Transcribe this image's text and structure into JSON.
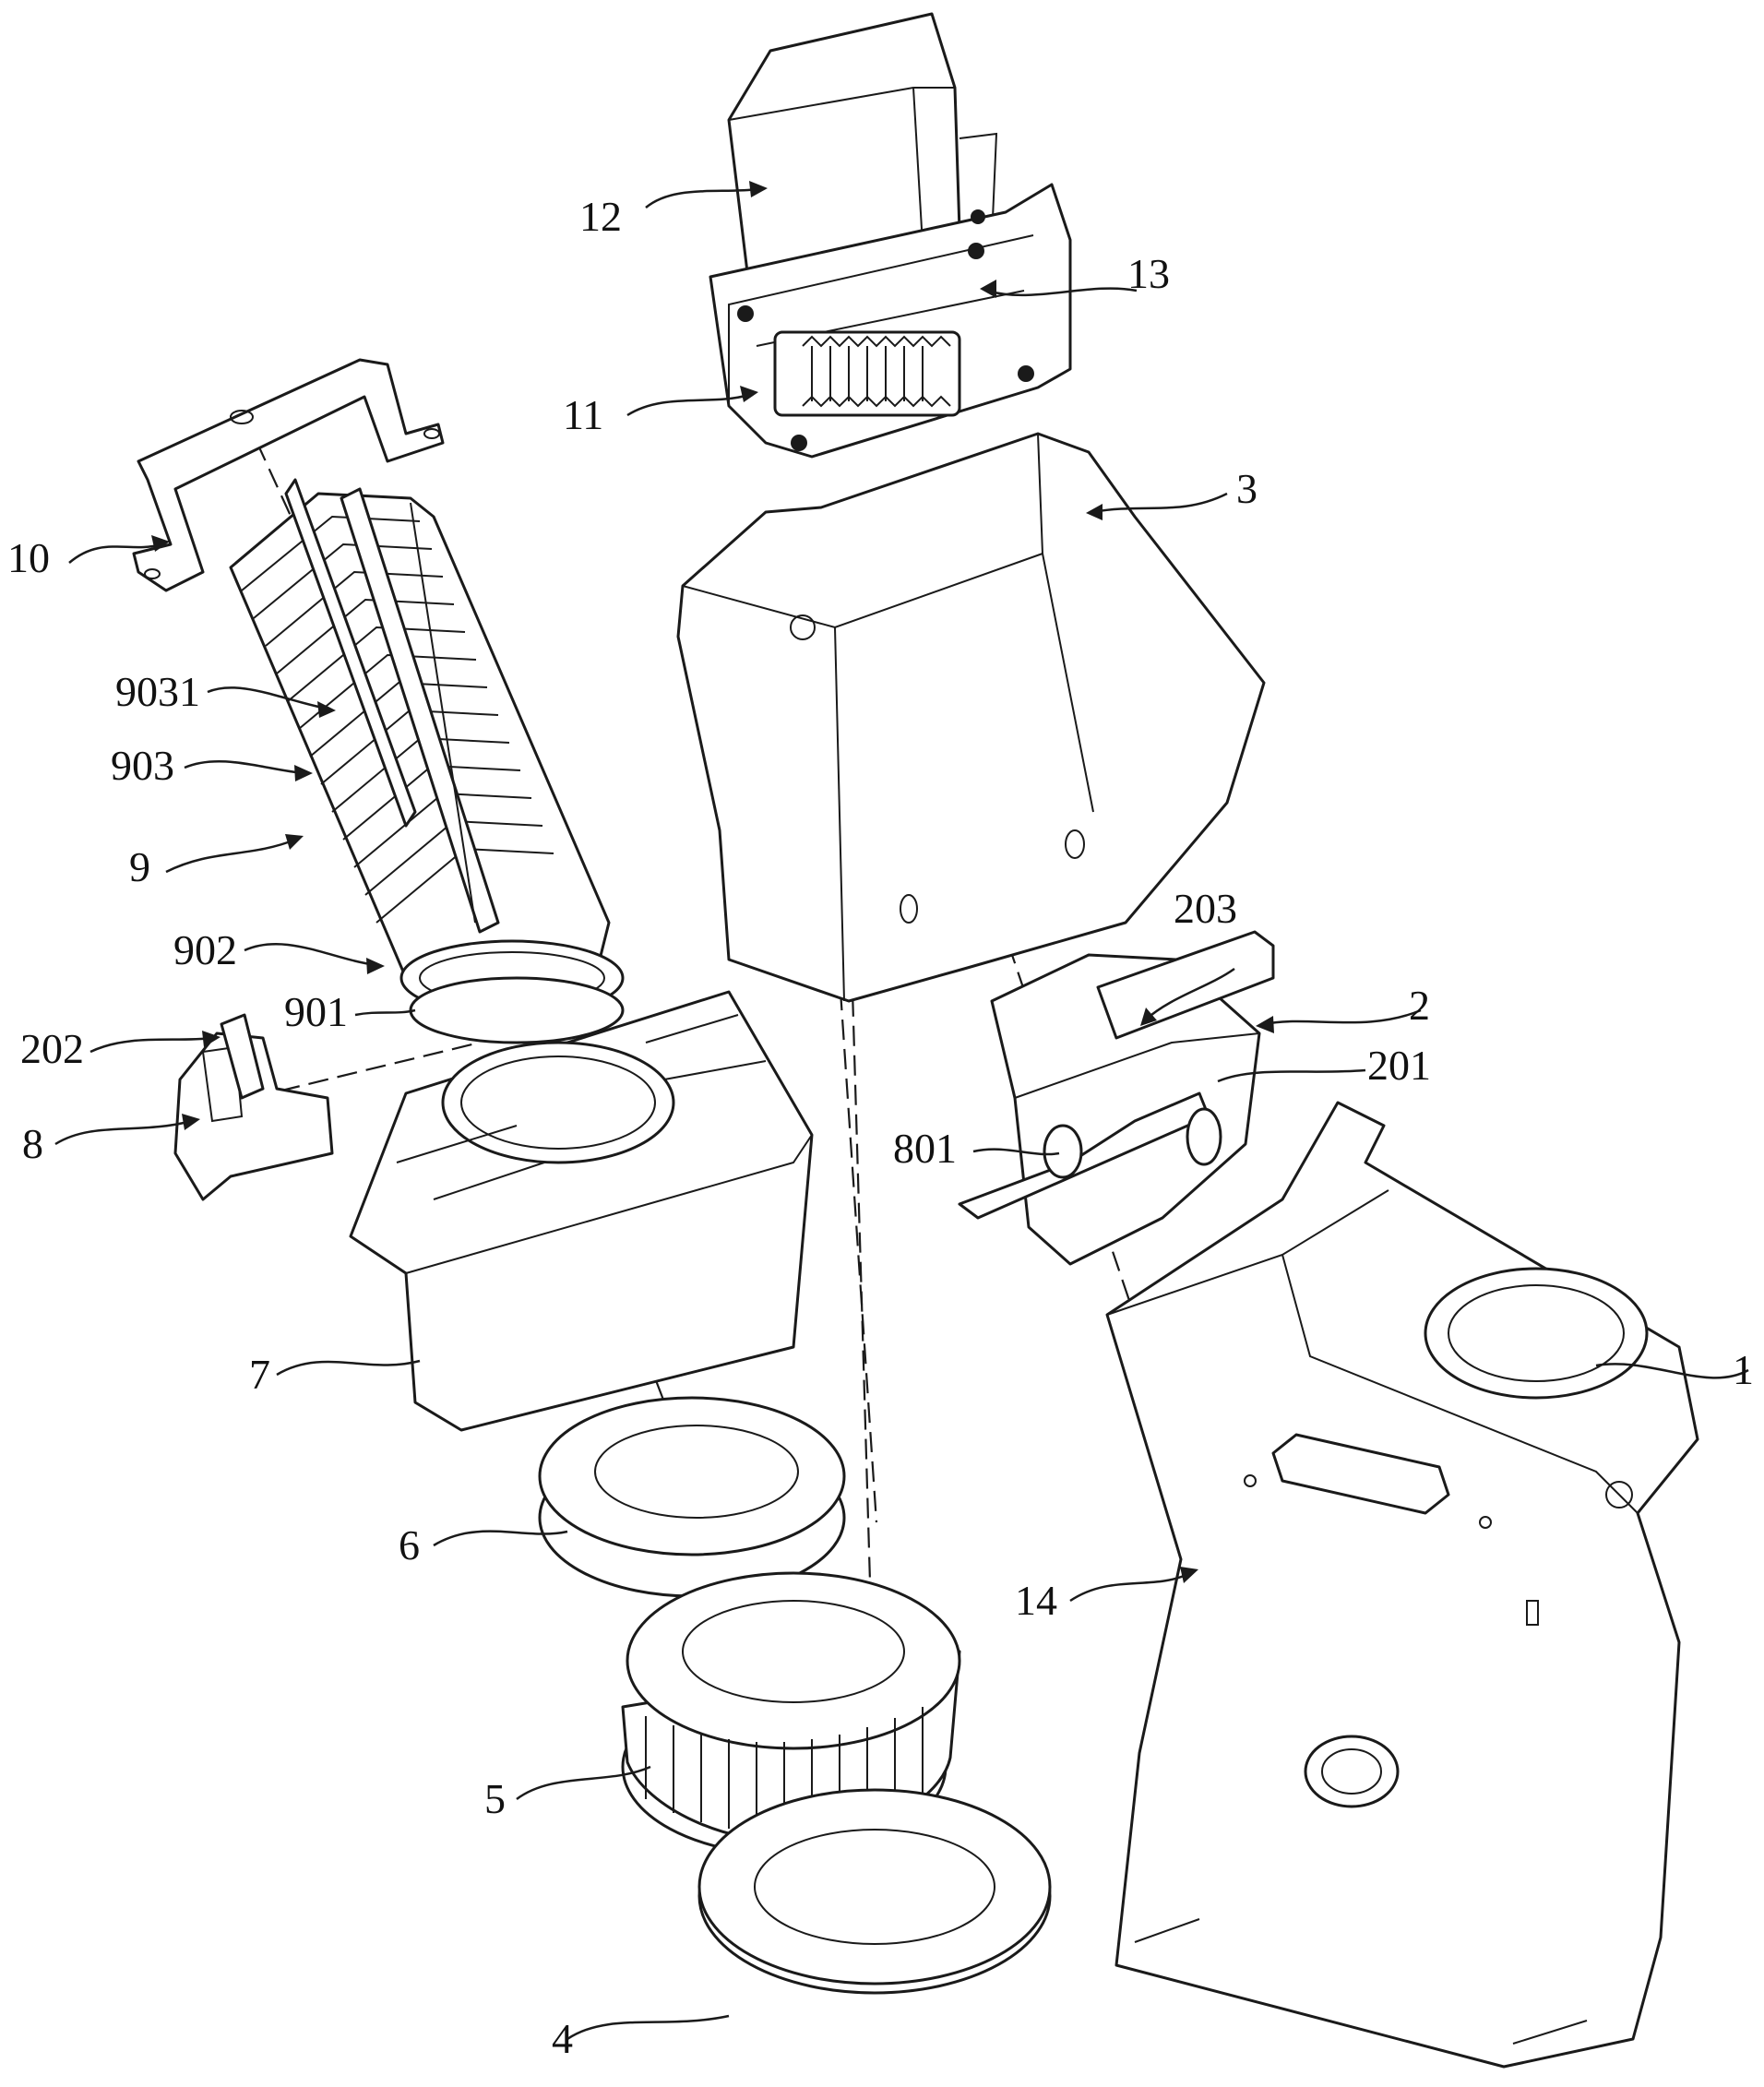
{
  "labels": [
    {
      "id": "1",
      "text": "1"
    },
    {
      "id": "2",
      "text": "2"
    },
    {
      "id": "3",
      "text": "3"
    },
    {
      "id": "4",
      "text": "4"
    },
    {
      "id": "5",
      "text": "5"
    },
    {
      "id": "6",
      "text": "6"
    },
    {
      "id": "7",
      "text": "7"
    },
    {
      "id": "8",
      "text": "8"
    },
    {
      "id": "9",
      "text": "9"
    },
    {
      "id": "10",
      "text": "10"
    },
    {
      "id": "11",
      "text": "11"
    },
    {
      "id": "12",
      "text": "12"
    },
    {
      "id": "13",
      "text": "13"
    },
    {
      "id": "14",
      "text": "14"
    },
    {
      "id": "201",
      "text": "201"
    },
    {
      "id": "202",
      "text": "202"
    },
    {
      "id": "203",
      "text": "203"
    },
    {
      "id": "801",
      "text": "801"
    },
    {
      "id": "901",
      "text": "901"
    },
    {
      "id": "902",
      "text": "902"
    },
    {
      "id": "903",
      "text": "903"
    },
    {
      "id": "9031",
      "text": "9031"
    }
  ]
}
